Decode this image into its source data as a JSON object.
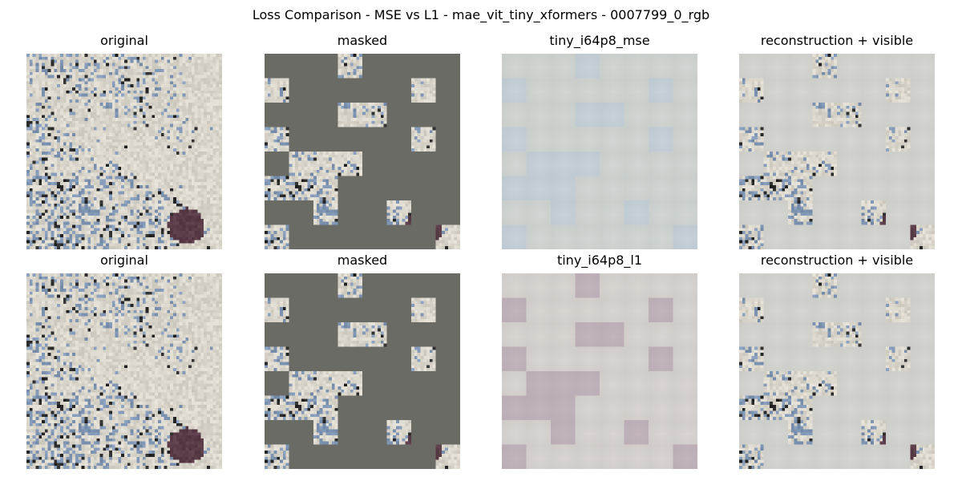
{
  "figure": {
    "title": "Loss Comparison - MSE vs L1 - mae_vit_tiny_xformers - 0007799_0_rgb"
  },
  "rows": [
    {
      "panels": [
        {
          "title": "original",
          "kind": "original"
        },
        {
          "title": "masked",
          "kind": "masked"
        },
        {
          "title": "tiny_i64p8_mse",
          "kind": "recon_mse"
        },
        {
          "title": "reconstruction + visible",
          "kind": "recon_visible"
        }
      ]
    },
    {
      "panels": [
        {
          "title": "original",
          "kind": "original"
        },
        {
          "title": "masked",
          "kind": "masked"
        },
        {
          "title": "tiny_i64p8_l1",
          "kind": "recon_l1"
        },
        {
          "title": "reconstruction + visible",
          "kind": "recon_visible"
        }
      ]
    }
  ],
  "colors": {
    "mask_fill": "#6b6b66",
    "sand": "#d9d5cb",
    "rock_blue": "#7f96b4",
    "shadow": "#2b2b2b",
    "dark_spot": "#5a3c48",
    "recon_base": "#c9cac4"
  }
}
